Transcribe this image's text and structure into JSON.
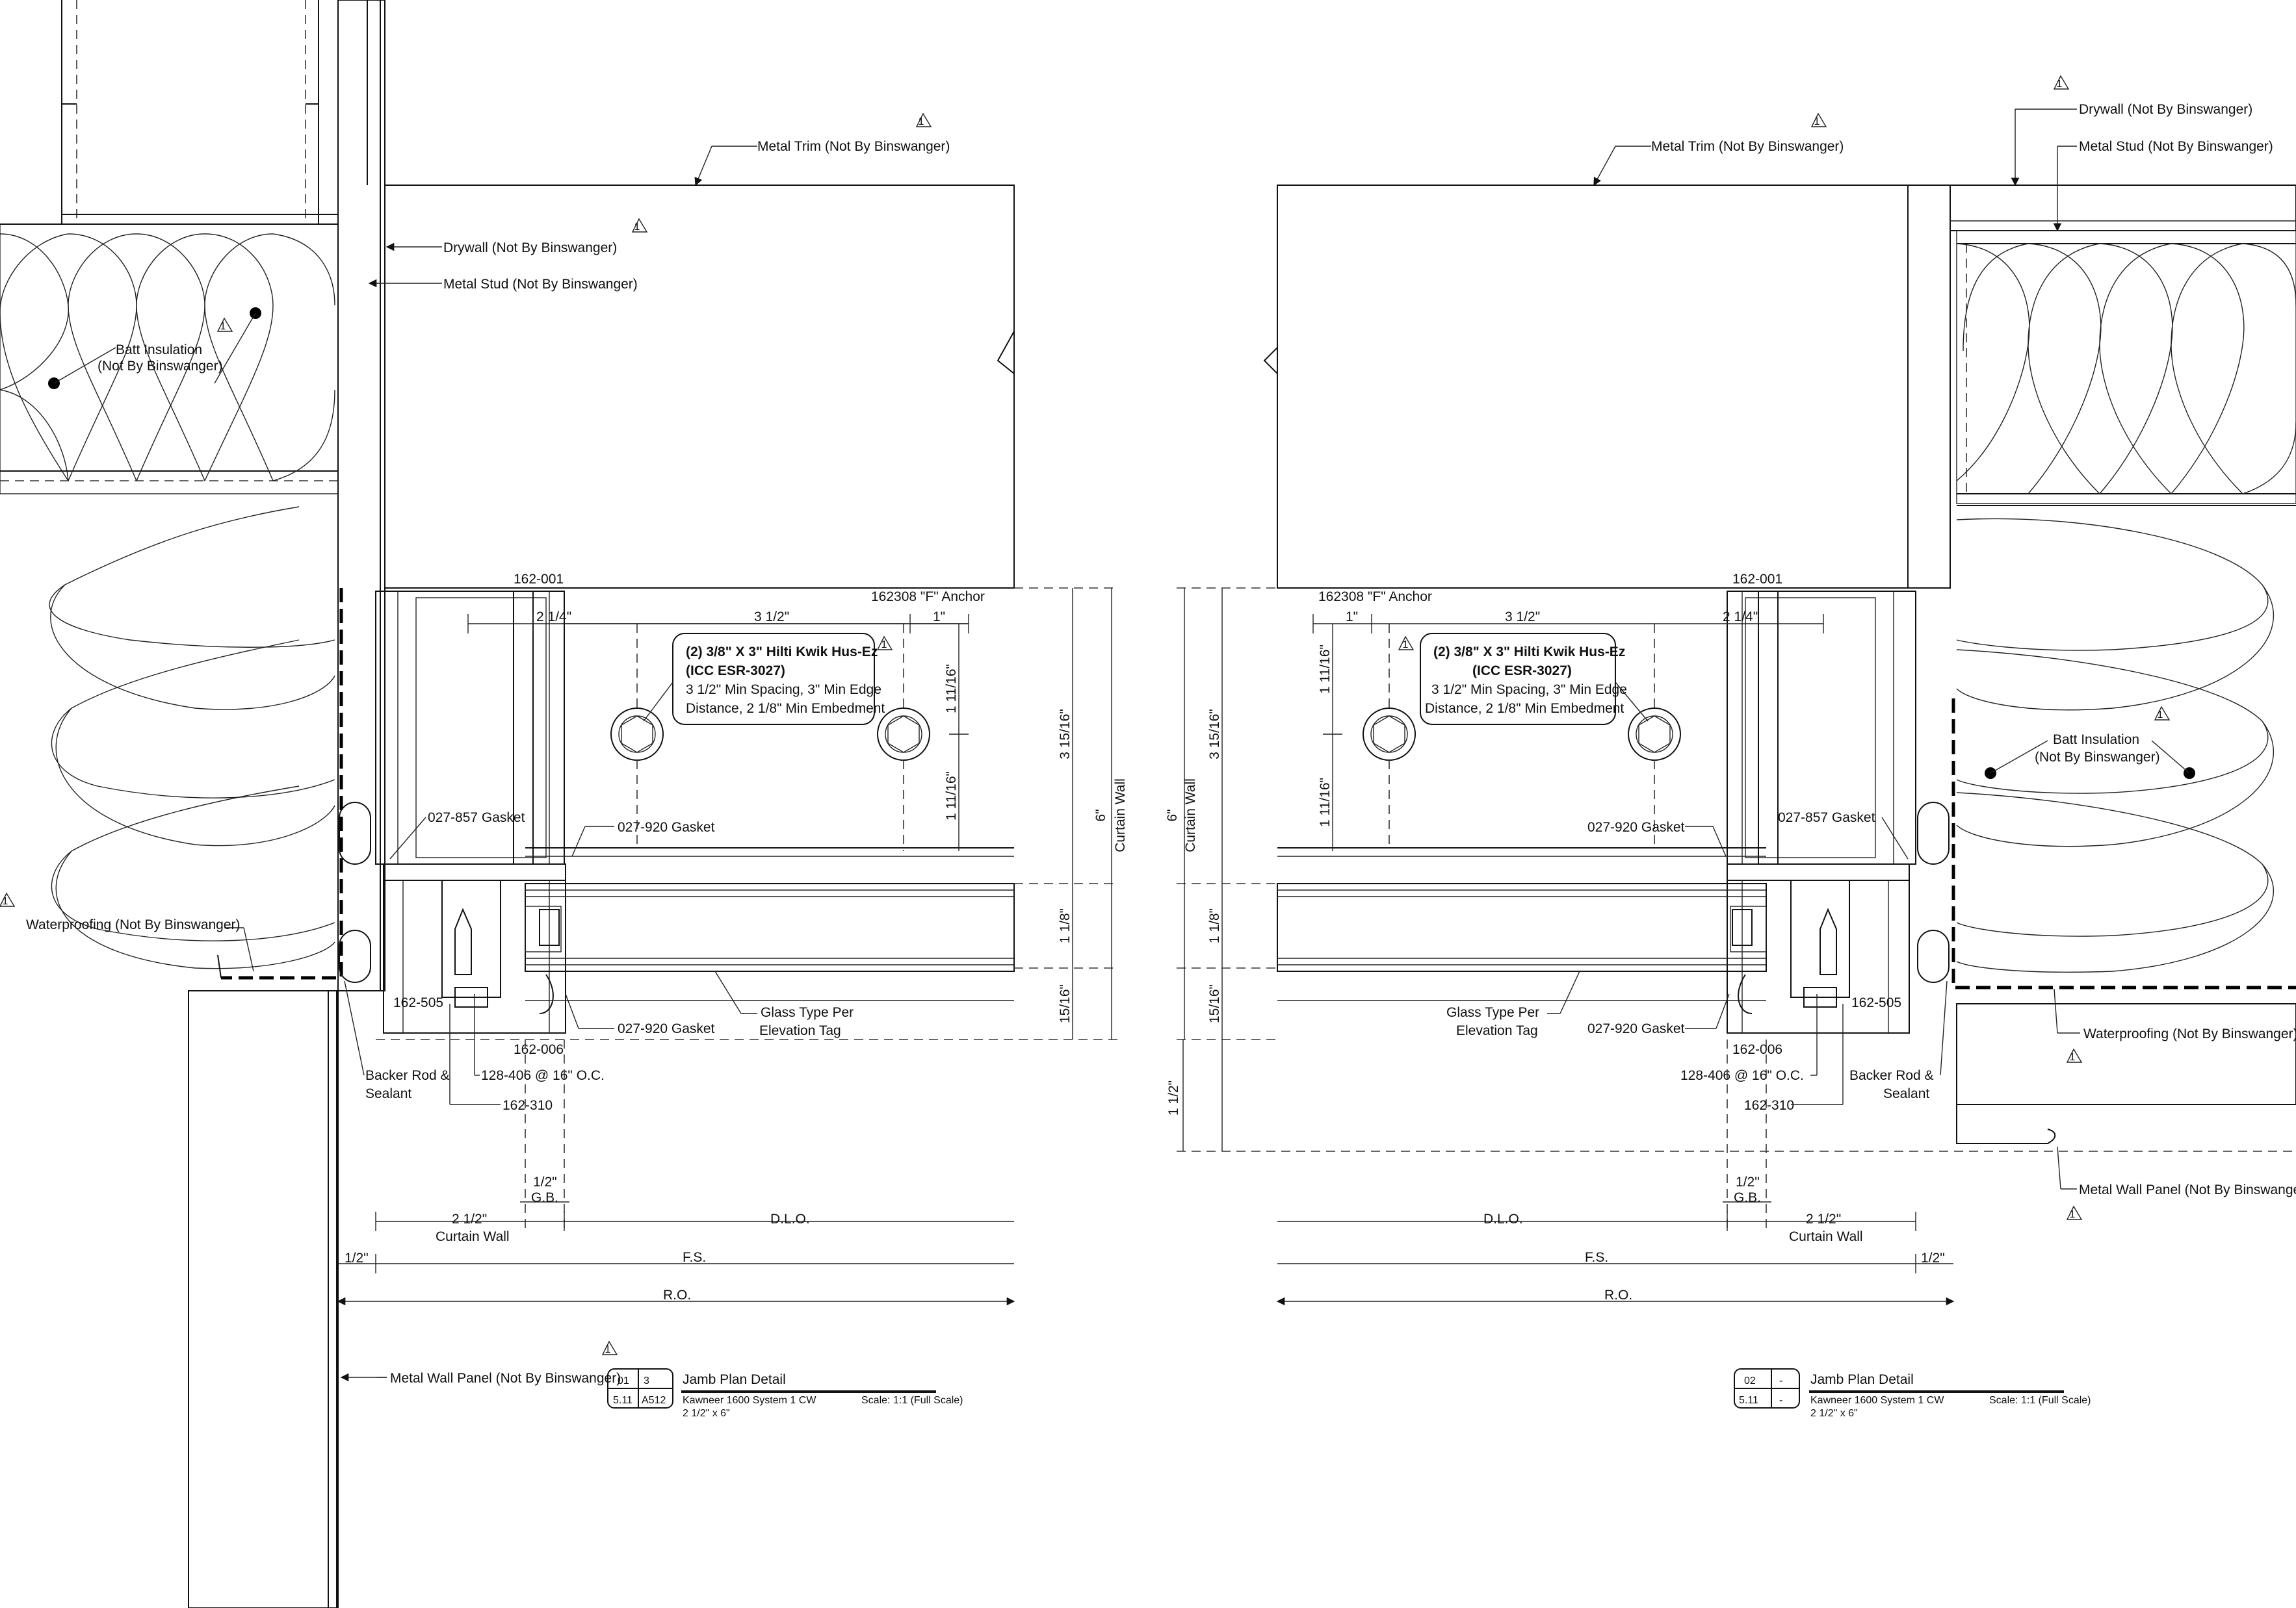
{
  "labels": {
    "metal_trim": "Metal Trim (Not By Binswanger)",
    "drywall": "Drywall (Not By Binswanger)",
    "metal_stud": "Metal Stud (Not By Binswanger)",
    "batt_insulation_1": "Batt Insulation",
    "batt_insulation_2": "(Not By Binswanger)",
    "waterproofing": "Waterproofing (Not By Binswanger)",
    "metal_wall_panel": "Metal Wall Panel (Not By Binswanger)",
    "part_162001": "162-001",
    "anchor": "162308 \"F\" Anchor",
    "anchor_note_line1": "(2) 3/8\" X 3\" Hilti Kwik Hus-Ez",
    "anchor_note_line2": "(ICC ESR-3027)",
    "anchor_note_line3": "3 1/2\" Min Spacing, 3\" Min Edge",
    "anchor_note_line4": "Distance,  2 1/8\" Min Embedment",
    "gasket_857": "027-857 Gasket",
    "gasket_920": "027-920 Gasket",
    "part_162505": "162-505",
    "part_162006": "162-006",
    "part_128406": "128-406 @ 16\" O.C.",
    "part_162310": "162-310",
    "backer_rod_1": "Backer Rod &",
    "backer_rod_2": "Sealant",
    "glass_type_1": "Glass Type Per",
    "glass_type_2": "Elevation Tag",
    "curtain_wall": "Curtain Wall"
  },
  "dimensions": {
    "d_2_1_4": "2 1/4\"",
    "d_3_1_2": "3 1/2\"",
    "d_1": "1\"",
    "d_1_11_16": "1 11/16\"",
    "d_3_15_16": "3 15/16\"",
    "d_6": "6\"",
    "d_1_1_8": "1 1/8\"",
    "d_15_16": "15/16\"",
    "d_1_1_2": "1 1/2\"",
    "d_half": "1/2\"",
    "gb": "G.B.",
    "d_2_1_2": "2 1/2\"",
    "dlo": "D.L.O.",
    "fs": "F.S.",
    "ro": "R.O."
  },
  "revision_mark": "1",
  "detail_tags": [
    {
      "num": "01",
      "sheet_ref": "3",
      "sheet": "5.11",
      "ref_sheet": "A512",
      "title": "Jamb Plan Detail",
      "system": "Kawneer 1600 System 1 CW",
      "size": "2 1/2\" x 6\"",
      "scale": "Scale: 1:1 (Full Scale)"
    },
    {
      "num": "02",
      "sheet_ref": "-",
      "sheet": "5.11",
      "ref_sheet": "-",
      "title": "Jamb Plan Detail",
      "system": "Kawneer 1600 System 1 CW",
      "size": "2 1/2\" x 6\"",
      "scale": "Scale: 1:1 (Full Scale)"
    }
  ]
}
